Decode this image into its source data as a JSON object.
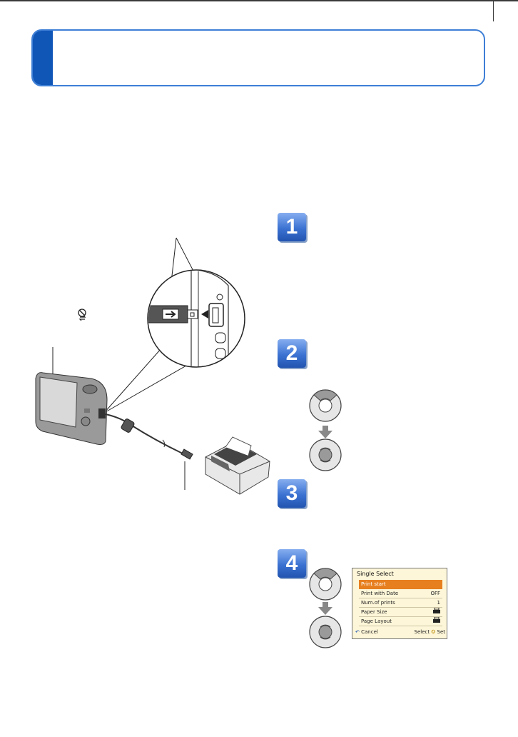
{
  "header": {
    "title": ""
  },
  "steps": [
    {
      "number": "1"
    },
    {
      "number": "2"
    },
    {
      "number": "3"
    },
    {
      "number": "4"
    }
  ],
  "camera_screen": {
    "title": "Single Select",
    "rows": [
      {
        "label": "Print start",
        "value": ""
      },
      {
        "label": "Print with Date",
        "value": "OFF"
      },
      {
        "label": "Num.of prints",
        "value": "1"
      },
      {
        "label": "Paper Size",
        "value": ""
      },
      {
        "label": "Page Layout",
        "value": ""
      }
    ],
    "footer_left": "Cancel",
    "footer_select": "Select",
    "footer_set": "Set"
  },
  "colors": {
    "accent": "#0f56b7",
    "badge": "#3b72d2",
    "highlight": "#e77f1f"
  },
  "icons": [
    "connect-disabled-icon",
    "dpad-up-icon",
    "dpad-center-icon",
    "down-arrow-icon",
    "printer-icon",
    "return-icon"
  ]
}
